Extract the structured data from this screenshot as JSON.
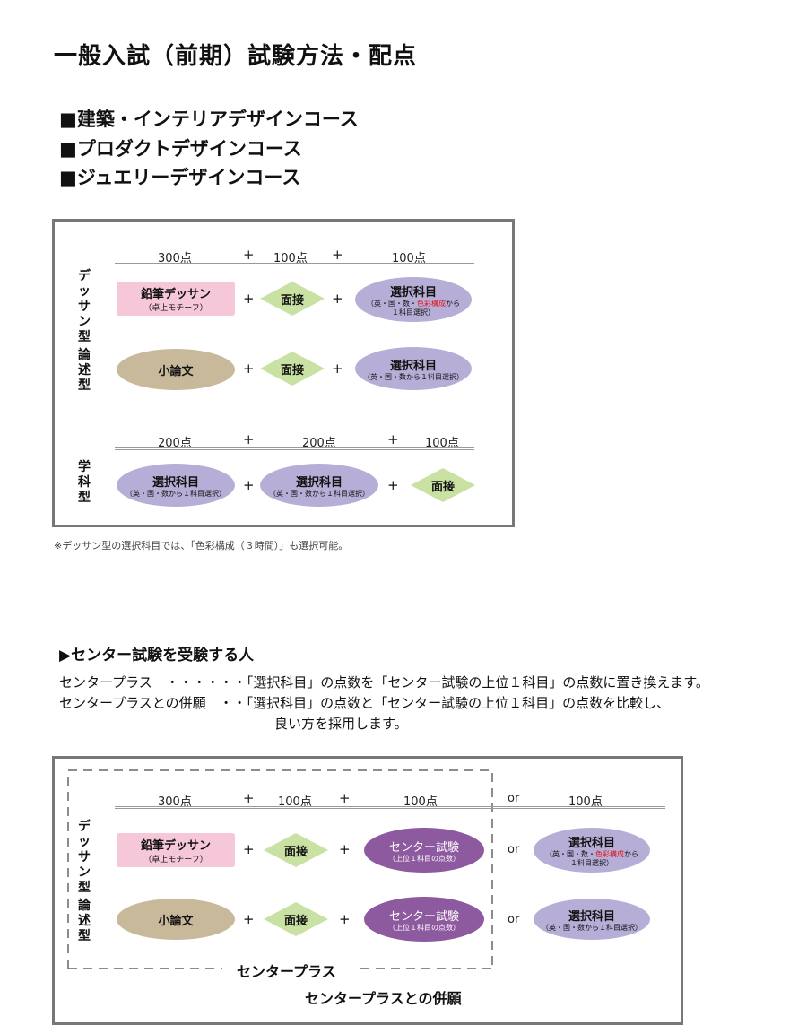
{
  "page_title": "一般入試（前期）試験方法・配点",
  "courses": [
    "■建築・インテリアデザインコース",
    "■プロダクトデザインコース",
    "■ジュエリーデザインコース"
  ],
  "diagram1": {
    "header_top": {
      "p1": "300点",
      "plus": "+",
      "p2": "100点",
      "p3": "100点"
    },
    "header_bottom": {
      "p1": "200点",
      "p2": "200点",
      "p3": "100点"
    },
    "type_dessin": "デッサン型",
    "type_essay": "論述型",
    "type_academic": "学科型",
    "pencil": {
      "main": "鉛筆デッサン",
      "sub": "（卓上モチーフ）"
    },
    "interview": "面接",
    "essay": "小論文",
    "elective": {
      "main": "選択科目",
      "sub_a": "（英・国・数・",
      "sub_red": "色彩構成",
      "sub_b": "から",
      "sub_c": "１科目選択）",
      "sub_simple": "（英・国・数から１科目選択）"
    }
  },
  "note": "※デッサン型の選択科目では、「色彩構成（３時間）」も選択可能。",
  "center_section": {
    "title": "▶センター試験を受験する人",
    "line1_label": "センタープラス　・・・・・・",
    "line1_text": "「選択科目」の点数を「センター試験の上位１科目」の点数に置き換えます。",
    "line2_label": "センタープラスとの併願　・・",
    "line2_text": "「選択科目」の点数と「センター試験の上位１科目」の点数を比較し、",
    "line2_cont": "良い方を採用します。"
  },
  "diagram2": {
    "or": "or",
    "center_exam": {
      "main": "センター試験",
      "sub": "（上位１科目の点数）"
    },
    "center_plus_label": "センタープラス",
    "combined_label": "センタープラスとの併願"
  },
  "colors": {
    "pink": "#f6c6d9",
    "lavender": "#b7aed7",
    "tan": "#c8b99a",
    "green": "#c9e1a3",
    "purple": "#8e5a9f",
    "red": "#e3141b"
  }
}
